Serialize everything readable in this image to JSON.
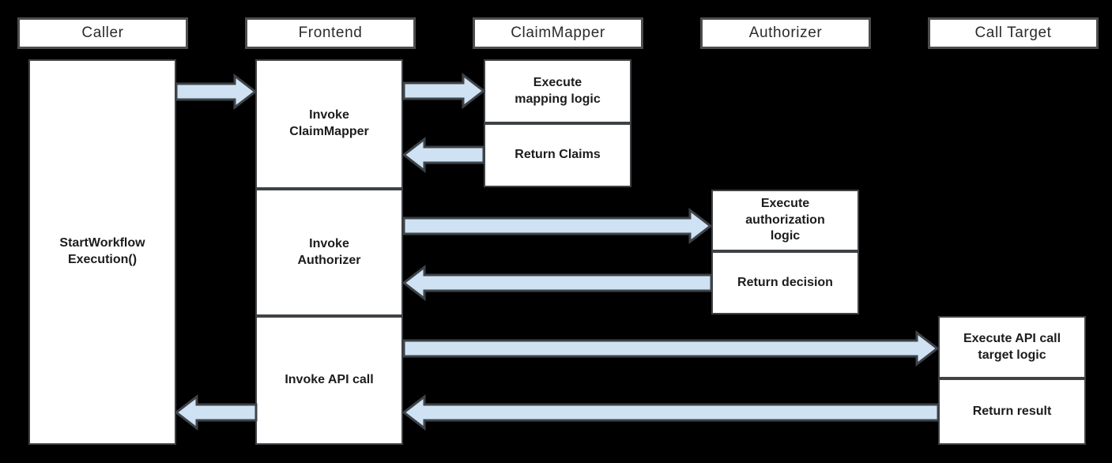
{
  "lanes": [
    {
      "label": "Caller"
    },
    {
      "label": "Frontend"
    },
    {
      "label": "ClaimMapper"
    },
    {
      "label": "Authorizer"
    },
    {
      "label": "Call Target"
    }
  ],
  "steps": {
    "caller_start": "StartWorkflow\nExecution()",
    "frontend_invoke_claimmapper": "Invoke\nClaimMapper",
    "frontend_invoke_authorizer": "Invoke\nAuthorizer",
    "frontend_invoke_api_call": "Invoke API call",
    "claimmapper_execute": "Execute\nmapping logic",
    "claimmapper_return": "Return Claims",
    "authorizer_execute": "Execute\nauthorization\nlogic",
    "authorizer_return": "Return decision",
    "calltarget_execute": "Execute API call\ntarget logic",
    "calltarget_return": "Return result"
  },
  "arrows": [
    {
      "from": "Caller",
      "to": "Frontend",
      "direction": "right"
    },
    {
      "from": "Frontend",
      "to": "ClaimMapper",
      "direction": "right"
    },
    {
      "from": "ClaimMapper",
      "to": "Frontend",
      "direction": "left"
    },
    {
      "from": "Frontend",
      "to": "Authorizer",
      "direction": "right"
    },
    {
      "from": "Authorizer",
      "to": "Frontend",
      "direction": "left"
    },
    {
      "from": "Frontend",
      "to": "Call Target",
      "direction": "right"
    },
    {
      "from": "Call Target",
      "to": "Frontend",
      "direction": "left"
    },
    {
      "from": "Frontend",
      "to": "Caller",
      "direction": "left"
    }
  ],
  "colors": {
    "background": "#000000",
    "box_fill": "#ffffff",
    "box_border": "#3f4245",
    "header_border": "#4d4d4d",
    "text": "#1c1c1c",
    "arrow_fill": "#cfe2f3",
    "arrow_border": "#3d4348"
  }
}
